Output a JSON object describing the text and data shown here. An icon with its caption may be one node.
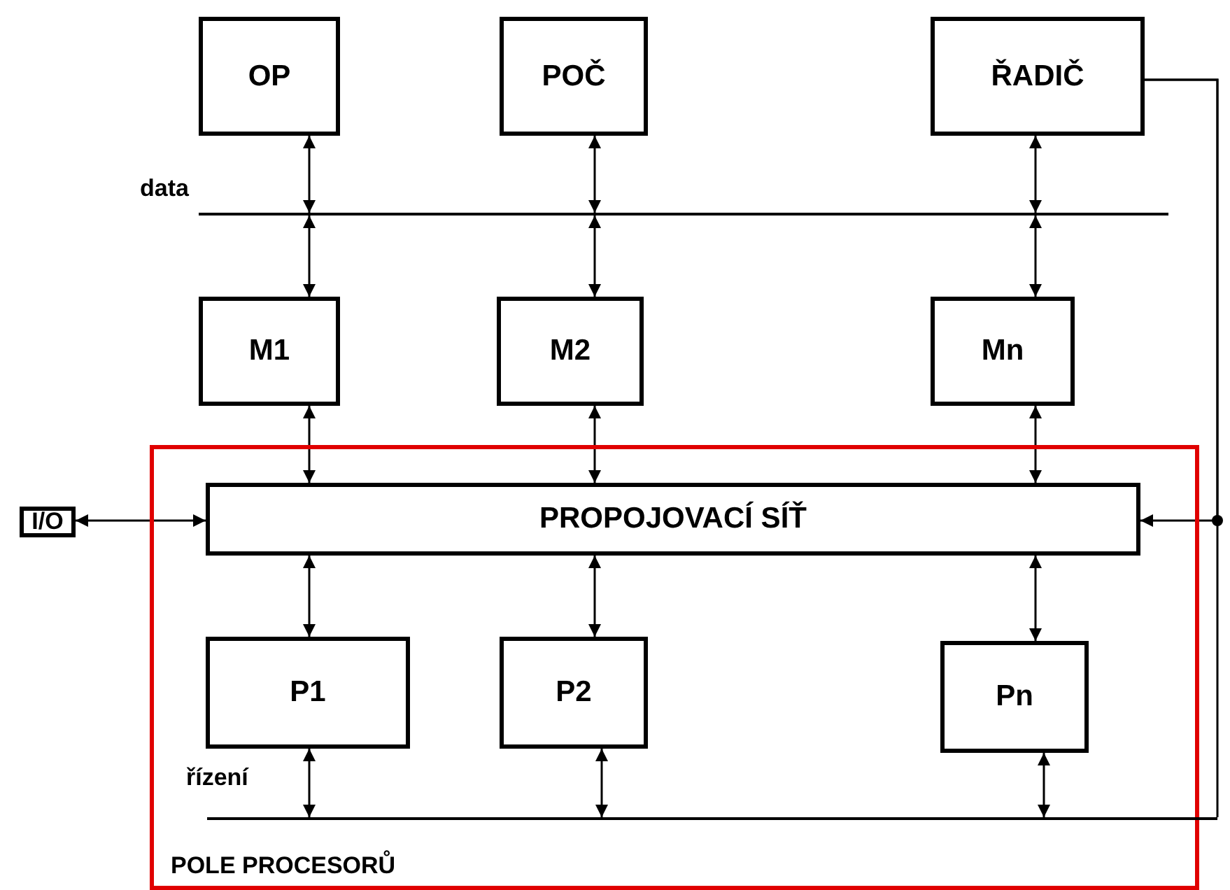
{
  "diagram": {
    "nodes": [
      {
        "text": [
          "OP"
        ]
      },
      {
        "text": [
          "POČ"
        ]
      },
      {
        "text": [
          "ŘADIČ"
        ]
      },
      {
        "text": [],
        "shape": "bar",
        "beside": [
          "data"
        ]
      },
      {
        "text": [
          "M1"
        ]
      },
      {
        "text": [
          "M2"
        ]
      },
      {
        "text": [
          "Mn"
        ]
      },
      {
        "text": [
          "POLE PROCESORŮ"
        ]
      },
      {
        "text": [
          "PROPOJOVACÍ  SÍŤ"
        ],
        "in": 7
      },
      {
        "text": [
          "P1"
        ],
        "in": 7
      },
      {
        "text": [
          "P2"
        ],
        "in": 7
      },
      {
        "text": [
          "Pn"
        ],
        "in": 7
      },
      {
        "text": [],
        "shape": "bar",
        "beside": [
          "řízení"
        ],
        "in": 7
      },
      {
        "text": [
          "I/O"
        ]
      }
    ],
    "edges": [
      {
        "from": 0,
        "to": 3,
        "arrow": "both"
      },
      {
        "from": 1,
        "to": 3,
        "arrow": "both"
      },
      {
        "from": 2,
        "to": 3,
        "arrow": "both"
      },
      {
        "from": 3,
        "to": 4,
        "arrow": "both"
      },
      {
        "from": 3,
        "to": 5,
        "arrow": "both"
      },
      {
        "from": 3,
        "to": 6,
        "arrow": "both"
      },
      {
        "from": 4,
        "to": 8,
        "arrow": "both"
      },
      {
        "from": 5,
        "to": 8,
        "arrow": "both"
      },
      {
        "from": 6,
        "to": 8,
        "arrow": "both"
      },
      {
        "from": 8,
        "to": 9,
        "arrow": "both"
      },
      {
        "from": 8,
        "to": 10,
        "arrow": "both"
      },
      {
        "from": 8,
        "to": 11,
        "arrow": "both"
      },
      {
        "from": 9,
        "to": 12,
        "arrow": "both"
      },
      {
        "from": 10,
        "to": 12,
        "arrow": "both"
      },
      {
        "from": 11,
        "to": 12,
        "arrow": "both"
      },
      {
        "from": 13,
        "to": 8,
        "arrow": "both"
      },
      {
        "from": 2,
        "to": 8,
        "arrow": "to"
      },
      {
        "from": 2,
        "to": 12,
        "arrow": "none"
      }
    ]
  }
}
